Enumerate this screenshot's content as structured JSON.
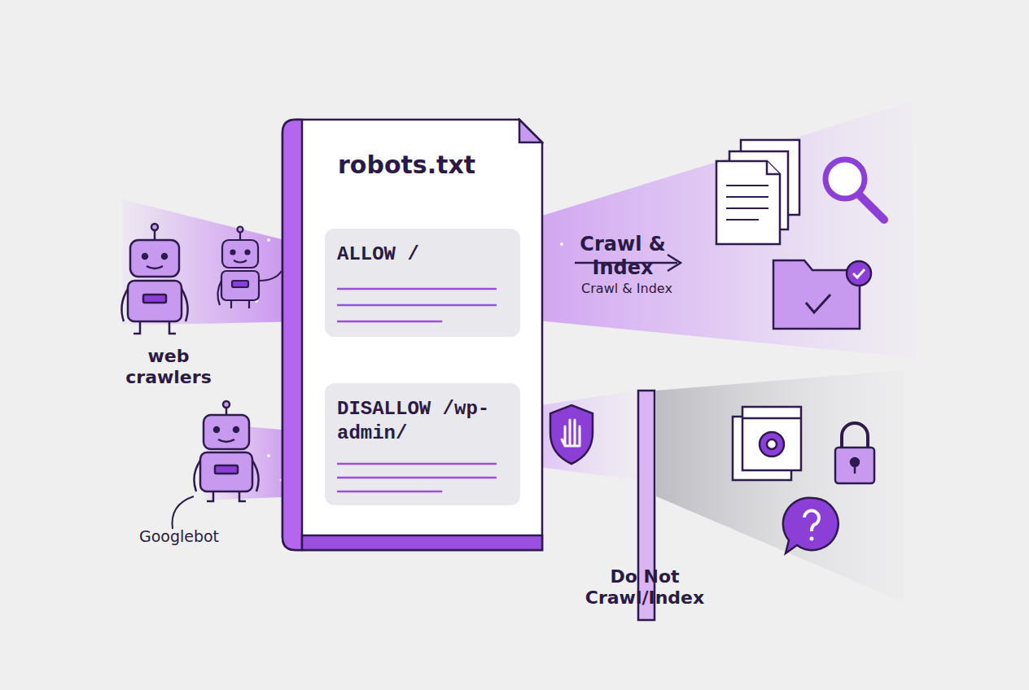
{
  "diagram": {
    "nodes": [
      {
        "text": [
          "robots.txt"
        ]
      },
      {
        "text": [
          "ALLOW /"
        ],
        "in": 0
      },
      {
        "text": [
          "DISALLOW /wp-admin/"
        ],
        "in": 0
      }
    ],
    "labels": [
      "web crawlers",
      "Googlebot",
      "Crawl & Index",
      "Crawl & Index",
      "Do Not Crawl/Index"
    ]
  }
}
